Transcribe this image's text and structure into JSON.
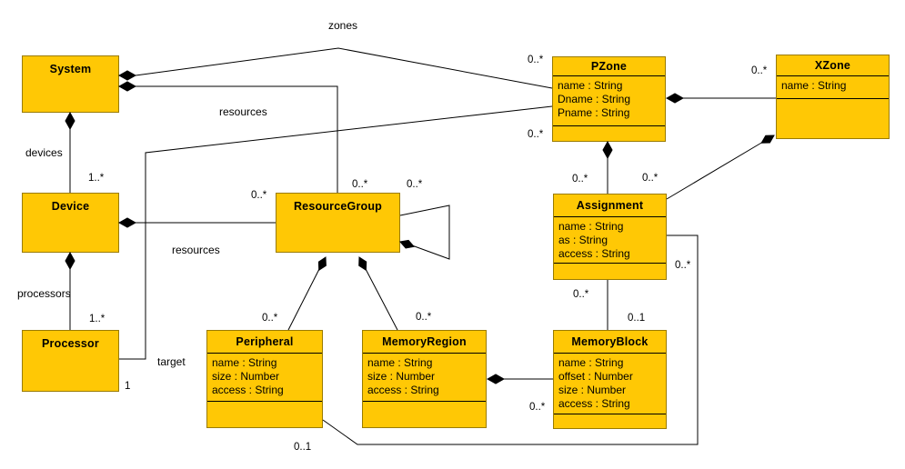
{
  "colors": {
    "class_fill": "#ffc805",
    "class_border": "#9a7b00",
    "line": "#000000"
  },
  "classes": {
    "system": {
      "name": "System",
      "attributes": []
    },
    "device": {
      "name": "Device",
      "attributes": []
    },
    "processor": {
      "name": "Processor",
      "attributes": []
    },
    "resource_group": {
      "name": "ResourceGroup",
      "attributes": []
    },
    "peripheral": {
      "name": "Peripheral",
      "attributes": [
        "name : String",
        "size : Number",
        "access : String"
      ]
    },
    "memory_region": {
      "name": "MemoryRegion",
      "attributes": [
        "name : String",
        "size : Number",
        "access : String"
      ]
    },
    "pzone": {
      "name": "PZone",
      "attributes": [
        "name : String",
        "Dname : String",
        "Pname : String"
      ]
    },
    "xzone": {
      "name": "XZone",
      "attributes": [
        "name : String"
      ]
    },
    "assignment": {
      "name": "Assignment",
      "attributes": [
        "name : String",
        "as : String",
        "access : String"
      ]
    },
    "memory_block": {
      "name": "MemoryBlock",
      "attributes": [
        "name : String",
        "offset : Number",
        "size : Number",
        "access : String"
      ]
    }
  },
  "roles": {
    "zones": "zones",
    "resources_system": "resources",
    "resources_device": "resources",
    "devices": "devices",
    "processors": "processors",
    "target": "target"
  },
  "multiplicities": {
    "system_device": "1..*",
    "device_processor": "1..*",
    "system_pzone": "0..*",
    "system_resourcegroup": "0..*",
    "device_resourcegroup": "0..*",
    "resourcegroup_self": "0..*",
    "target_processor_end": "1",
    "target_pzone_end": "0..*",
    "pzone_assignment": "0..*",
    "xzone_assignment": "0..*",
    "pzone_xzone": "0..*",
    "assignment_peripheral_near": "0..*",
    "assignment_peripheral_far": "0..1",
    "assignment_memoryblock_near": "0..*",
    "assignment_memoryblock_far": "0..1",
    "resourcegroup_peripheral": "0..*",
    "resourcegroup_memoryregion": "0..*",
    "memoryregion_memoryblock": "0..*"
  }
}
